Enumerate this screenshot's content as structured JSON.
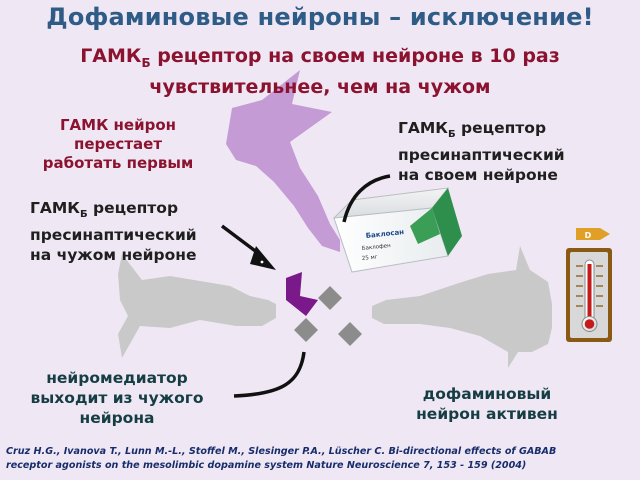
{
  "title": "Дофаминовые нейроны – исключение!",
  "subtitle": {
    "line1_pre": "ГАМК",
    "line1_sub": "Б",
    "line1_post": " рецептор на своем нейроне в 10 раз",
    "line2": "чувствительнее, чем на чужом"
  },
  "labels": {
    "gaba_neuron": [
      "ГАМК нейрон",
      "перестает",
      "работать первым"
    ],
    "own_receptor": {
      "line1_pre": "ГАМК",
      "line1_sub": "Б",
      "line1_post": " рецептор",
      "line2": "пресинаптический",
      "line3": "на своем нейроне"
    },
    "foreign_receptor": {
      "line1_pre": "ГАМК",
      "line1_sub": "Б",
      "line1_post": " рецептор",
      "line2": "пресинаптический",
      "line3": "на чужом нейроне"
    },
    "neurotransmitter": [
      "нейромедиатор",
      "выходит из чужого",
      "нейрона"
    ],
    "dopamine_active": [
      "дофаминовый",
      "нейрон активен"
    ]
  },
  "drug_box": {
    "brand": "Баклосан",
    "sub_text": "Баклофен",
    "dose": "25 мг"
  },
  "indicator": {
    "icon": "thermometer-icon",
    "badge": "D"
  },
  "citation": [
    "Cruz H.G., Ivanova T., Lunn M.-L., Stoffel M., Slesinger P.A., Lüscher C. Bi-directional effects of GABAB",
    "receptor agonists on the mesolimbic dopamine system Nature Neuroscience 7, 153 - 159 (2004)"
  ],
  "colors": {
    "title": "#2f5b87",
    "subtitle": "#8b1330",
    "neuron_gray": "#c9c9c9",
    "gaba_neuron": "#c59bd6",
    "receptor": "#7a1a8a",
    "vesicle": "#8c8c8c",
    "thermometer_frame": "#8a5a14",
    "badge": "#e0a028"
  }
}
